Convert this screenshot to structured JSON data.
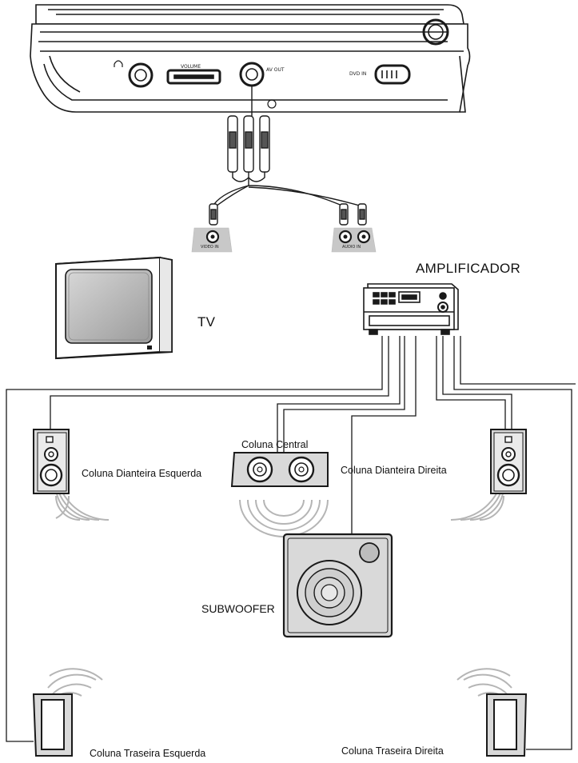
{
  "labels": {
    "amplifier": "AMPLIFICADOR",
    "tv": "TV",
    "front_left": "Coluna Dianteira Esquerda",
    "center": "Coluna Central",
    "front_right": "Coluna Dianteira Direita",
    "subwoofer": "SUBWOOFER",
    "rear_left": "Coluna Traseira Esquerda",
    "rear_right": "Coluna Traseira Direita"
  },
  "player_ports": {
    "volume": "VOLUME",
    "av_out": "AV OUT",
    "dvd_in": "DVD IN"
  },
  "jack_labels": {
    "video_in": "VIDEO IN",
    "audio_in": "AUDIO IN"
  },
  "colors": {
    "line": "#1a1a1a",
    "speaker_fill": "#d9d9d9",
    "panel_fill": "#c8c8c8",
    "screen_fill": "#bdbdbd"
  }
}
